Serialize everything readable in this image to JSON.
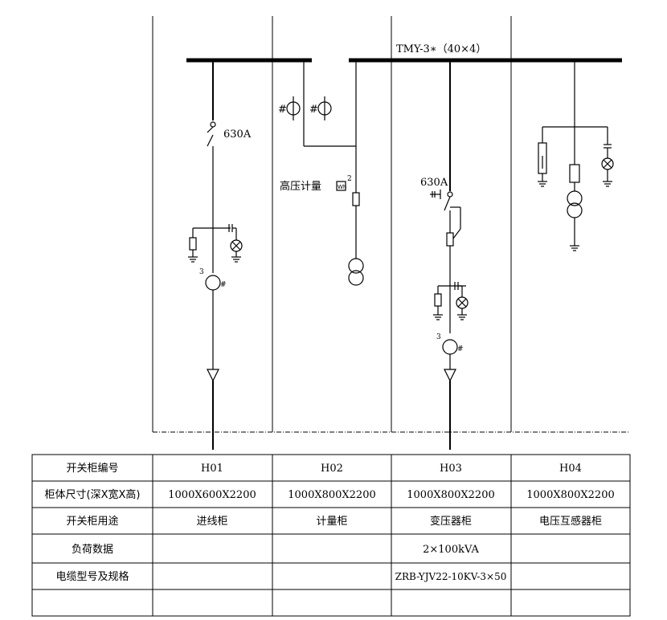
{
  "diagram": {
    "busbar_label": "TMY-3∗（40×4）",
    "cabinets": [
      {
        "switch_rating": "630A",
        "ct_count": "3",
        "ct_mark": "#"
      },
      {
        "ct_mark_left": "#",
        "ct_mark_right": "#",
        "metering_label": "高压计量",
        "meter_box": "Wh",
        "meter_count": "2"
      },
      {
        "switch_rating": "630A",
        "ct_count": "3",
        "ct_mark": "#"
      },
      {}
    ]
  },
  "table": {
    "rows": [
      {
        "header": "开关柜编号",
        "cells": [
          "H01",
          "H02",
          "H03",
          "H04"
        ]
      },
      {
        "header": "柜体尺寸(深X宽X高)",
        "cells": [
          "1000X600X2200",
          "1000X800X2200",
          "1000X800X2200",
          "1000X800X2200"
        ]
      },
      {
        "header": "开关柜用途",
        "cells": [
          "进线柜",
          "计量柜",
          "变压器柜",
          "电压互感器柜"
        ]
      },
      {
        "header": "负荷数据",
        "cells": [
          "",
          "",
          "2×100kVA",
          ""
        ]
      },
      {
        "header": "电缆型号及规格",
        "cells": [
          "",
          "",
          "ZRB-YJV22-10KV-3×50",
          ""
        ]
      },
      {
        "header": "",
        "cells": [
          "",
          "",
          "",
          ""
        ]
      }
    ]
  }
}
